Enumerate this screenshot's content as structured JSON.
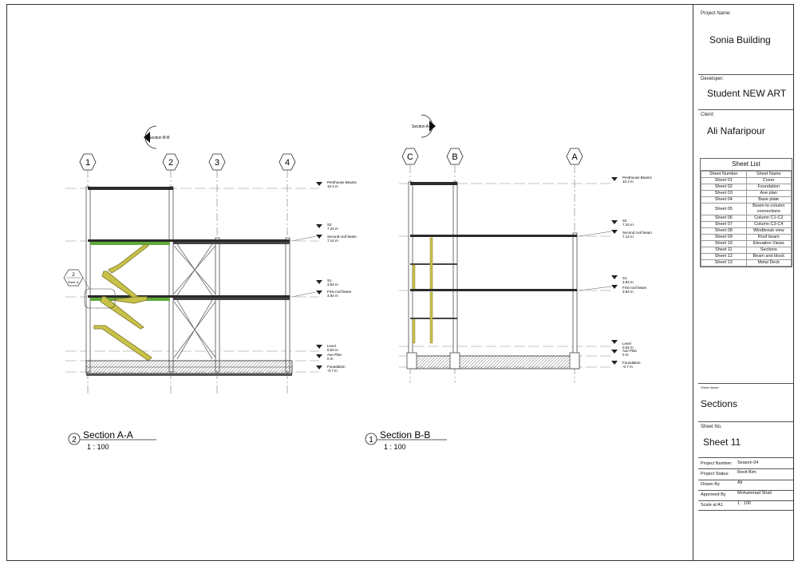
{
  "project": {
    "name_label": "Project Name:",
    "name": "Sonia Building",
    "developer_label": "Developer:",
    "developer": "Student NEW ART",
    "client_label": "Client:",
    "client": "Ali Nafaripour"
  },
  "sheet_list": {
    "title": "Sheet List",
    "headers": [
      "Sheet Number",
      "Sheet Name"
    ],
    "rows": [
      [
        "Sheet 01",
        "Cover"
      ],
      [
        "Sheet 02",
        "Foundation"
      ],
      [
        "Sheet 03",
        "Axe plan"
      ],
      [
        "Sheet 04",
        "Base plate"
      ],
      [
        "Sheet 05",
        "Beam-to-column connections"
      ],
      [
        "Sheet 06",
        "Column C1-C2"
      ],
      [
        "Sheet 07",
        "Column C3-C4"
      ],
      [
        "Sheet 08",
        "Windbreak view"
      ],
      [
        "Sheet 09",
        "Roof beam"
      ],
      [
        "Sheet 10",
        "Elevation Views"
      ],
      [
        "Sheet 11",
        "Sections"
      ],
      [
        "Sheet 12",
        "Beam and block"
      ],
      [
        "Sheet 13",
        "Metal Deck"
      ]
    ]
  },
  "sheet": {
    "name_label": "Sheet Name:",
    "name": "Sections",
    "no_label": "Sheet No.",
    "no": "Sheet 11"
  },
  "info": {
    "project_number_label": "Project Number:",
    "project_number": "Season 04",
    "project_status_label": "Project Status:",
    "project_status": "Revit Bim",
    "drawn_by_label": "Drawn By",
    "drawn_by": "Ali",
    "approved_by_label": "Approved By",
    "approved_by": "Mohammad Shali",
    "scale_label": "Scale at A1",
    "scale": "1 : 100"
  },
  "section_a": {
    "title": "Section A-A",
    "number": "2",
    "scale": "1 : 100",
    "cut_marker": "Section B-B",
    "callout_number": "2",
    "callout_sheet": "Sheet 11",
    "grids": [
      "1",
      "2",
      "3",
      "4"
    ],
    "levels": [
      {
        "name": "Penthouse Beams",
        "value": "10.4 m"
      },
      {
        "name": "S2",
        "value": "7.24 m"
      },
      {
        "name": "Second roof beam",
        "value": "7.14 m"
      },
      {
        "name": "S1",
        "value": "3.94 m"
      },
      {
        "name": "First roof beam",
        "value": "3.84 m"
      },
      {
        "name": "Level",
        "value": "0.52 m"
      },
      {
        "name": "Axe Plan",
        "value": "0 m"
      },
      {
        "name": "Foundation",
        "value": "-0.7 m"
      }
    ]
  },
  "section_b": {
    "title": "Section B-B",
    "number": "1",
    "scale": "1 : 100",
    "cut_marker": "Section A-A",
    "grids": [
      "C",
      "B",
      "A"
    ],
    "levels": [
      {
        "name": "Penthouse Beams",
        "value": "10.4 m"
      },
      {
        "name": "S2",
        "value": "7.24 m"
      },
      {
        "name": "Second roof beam",
        "value": "7.14 m"
      },
      {
        "name": "S1",
        "value": "3.94 m"
      },
      {
        "name": "First roof beam",
        "value": "3.84 m"
      },
      {
        "name": "Level",
        "value": "0.52 m"
      },
      {
        "name": "Axe Plan",
        "value": "0 m"
      },
      {
        "name": "Foundation",
        "value": "-0.7 m"
      }
    ]
  },
  "colors": {
    "beam": "#2a2a2a",
    "slab_green": "#5fa83a",
    "stair_yellow": "#c9c24a",
    "grid_line": "#777777",
    "column_fill": "#ffffff"
  }
}
